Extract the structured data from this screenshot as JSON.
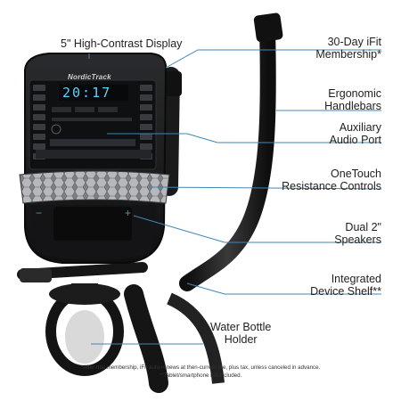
{
  "callouts": {
    "display": "5\" High-Contrast Display",
    "ifit": [
      "30-Day iFit",
      "Membership*"
    ],
    "handlebars": [
      "Ergonomic",
      "Handlebars"
    ],
    "audio": [
      "Auxiliary",
      "Audio Port"
    ],
    "onetouch": [
      "OneTouch",
      "Resistance Controls"
    ],
    "speakers": [
      "Dual 2\"",
      "Speakers"
    ],
    "shelf": [
      "Integrated",
      "Device Shelf**"
    ],
    "bottle": [
      "Water Bottle",
      "Holder"
    ]
  },
  "console": {
    "brand": "NordicTrack",
    "time": "20:17"
  },
  "footnotes": {
    "line1": "*After trial membership, iFit auto-renews at then-current fee, plus tax, unless canceled in advance.",
    "line2": "**Tablet/smartphone not included."
  },
  "colors": {
    "leader": "#3e87b5",
    "console_body": "#1b1b1d",
    "display_digits": "#5fd0ff",
    "frame": "#1a1a1a"
  }
}
